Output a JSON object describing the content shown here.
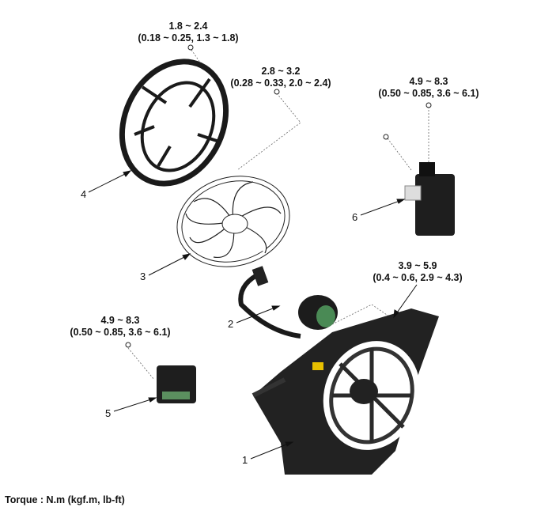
{
  "torque_specs": [
    {
      "id": "shroud-bolt",
      "nm": "1.8 ~ 2.4",
      "alt": "(0.18 ~ 0.25, 1.3 ~ 1.8)"
    },
    {
      "id": "fan-nut",
      "nm": "2.8 ~ 3.2",
      "alt": "(0.28 ~ 0.33, 2.0 ~ 2.4)"
    },
    {
      "id": "resistor-bolt",
      "nm": "4.9 ~ 8.3",
      "alt": "(0.50 ~ 0.85, 3.6 ~ 6.1)"
    },
    {
      "id": "motor-bolt",
      "nm": "3.9 ~ 5.9",
      "alt": "(0.4 ~ 0.6, 2.9 ~ 4.3)"
    },
    {
      "id": "module-bolt",
      "nm": "4.9 ~ 8.3",
      "alt": "(0.50 ~ 0.85, 3.6 ~ 6.1)"
    }
  ],
  "callouts": [
    "1",
    "2",
    "3",
    "4",
    "5",
    "6"
  ],
  "footer": "Torque : N.m (kgf.m, lb-ft)"
}
